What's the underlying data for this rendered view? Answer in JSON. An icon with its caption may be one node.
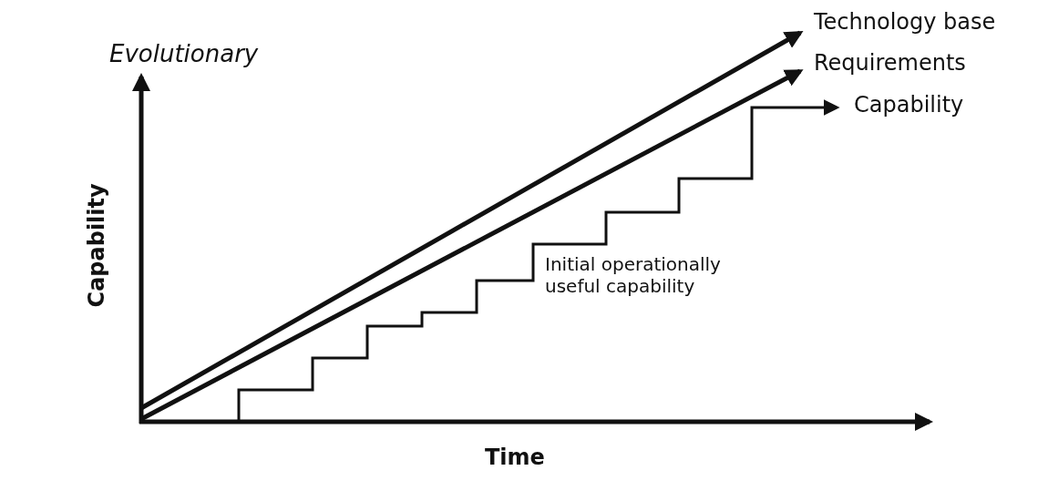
{
  "diagram": {
    "title": "Evolutionary",
    "nodes": [
      {
        "text": [
          "Technology base"
        ]
      },
      {
        "text": [
          "Requirements"
        ]
      },
      {
        "text": [
          "Capability"
        ]
      }
    ],
    "edges": [
      {
        "from": null,
        "to": 0,
        "arrow": "to"
      },
      {
        "from": null,
        "to": 1,
        "arrow": "to"
      },
      {
        "from": null,
        "to": 2,
        "arrow": "to"
      }
    ],
    "labels": [
      "Capability",
      "Initial operationally useful capability",
      "Time"
    ]
  }
}
